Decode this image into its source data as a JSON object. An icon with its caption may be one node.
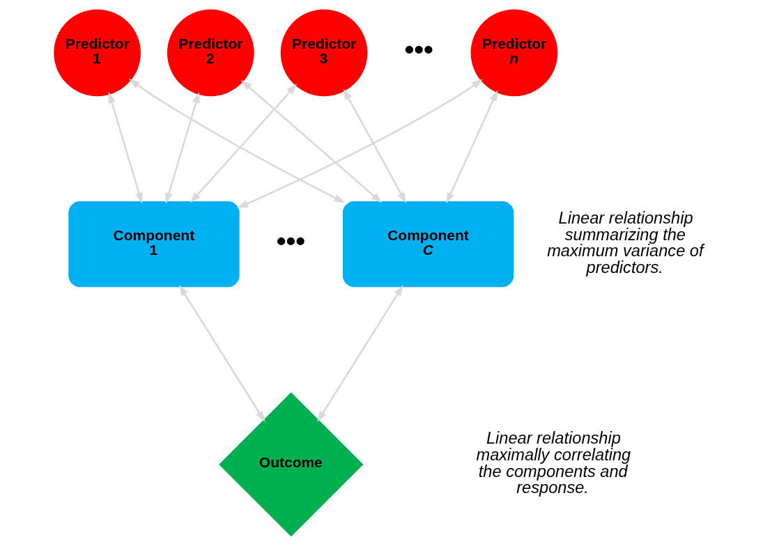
{
  "diagram": {
    "nodes": [
      {
        "text": [
          "Predictor 1"
        ]
      },
      {
        "text": [
          "Predictor 2"
        ]
      },
      {
        "text": [
          "Predictor 3"
        ]
      },
      {
        "text": [
          "Predictor *n*"
        ]
      },
      {
        "text": [
          "Component 1"
        ]
      },
      {
        "text": [
          "Component *C*"
        ]
      },
      {
        "text": [
          "Outcome"
        ]
      }
    ],
    "edges": [
      {
        "from": 0,
        "to": 4,
        "arrow": "both"
      },
      {
        "from": 0,
        "to": 5,
        "arrow": "both"
      },
      {
        "from": 1,
        "to": 4,
        "arrow": "both"
      },
      {
        "from": 1,
        "to": 5,
        "arrow": "both"
      },
      {
        "from": 2,
        "to": 4,
        "arrow": "both"
      },
      {
        "from": 2,
        "to": 5,
        "arrow": "both"
      },
      {
        "from": 3,
        "to": 4,
        "arrow": "both"
      },
      {
        "from": 3,
        "to": 5,
        "arrow": "both"
      },
      {
        "from": 4,
        "to": 6,
        "arrow": "both"
      },
      {
        "from": 5,
        "to": 6,
        "arrow": "both"
      }
    ],
    "labels": [
      "•••",
      "Linear relationship summarizing the maximum variance of predictors.",
      "•••",
      "Linear relationship maximally correlating the components and response."
    ]
  }
}
